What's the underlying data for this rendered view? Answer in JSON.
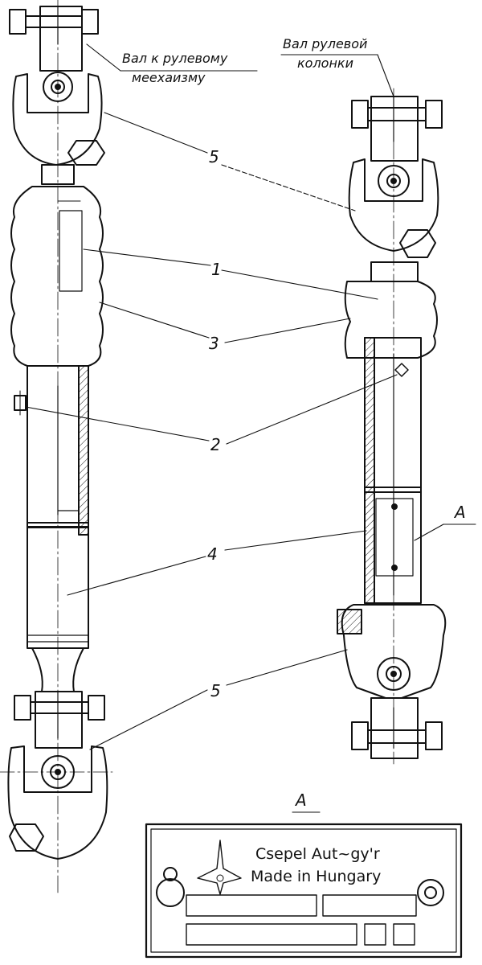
{
  "labels": {
    "shaft_to_steering_mechanism": [
      "Вал к рулевому",
      "меехаизму"
    ],
    "steering_column_shaft": [
      "Вал рулевой",
      "колонки"
    ]
  },
  "callouts": [
    "1",
    "2",
    "3",
    "4",
    "5",
    "5",
    "A"
  ],
  "view_label": "A",
  "plate": {
    "line1": "Csepel Aut~gy'r",
    "line2": "Made in Hungary"
  }
}
